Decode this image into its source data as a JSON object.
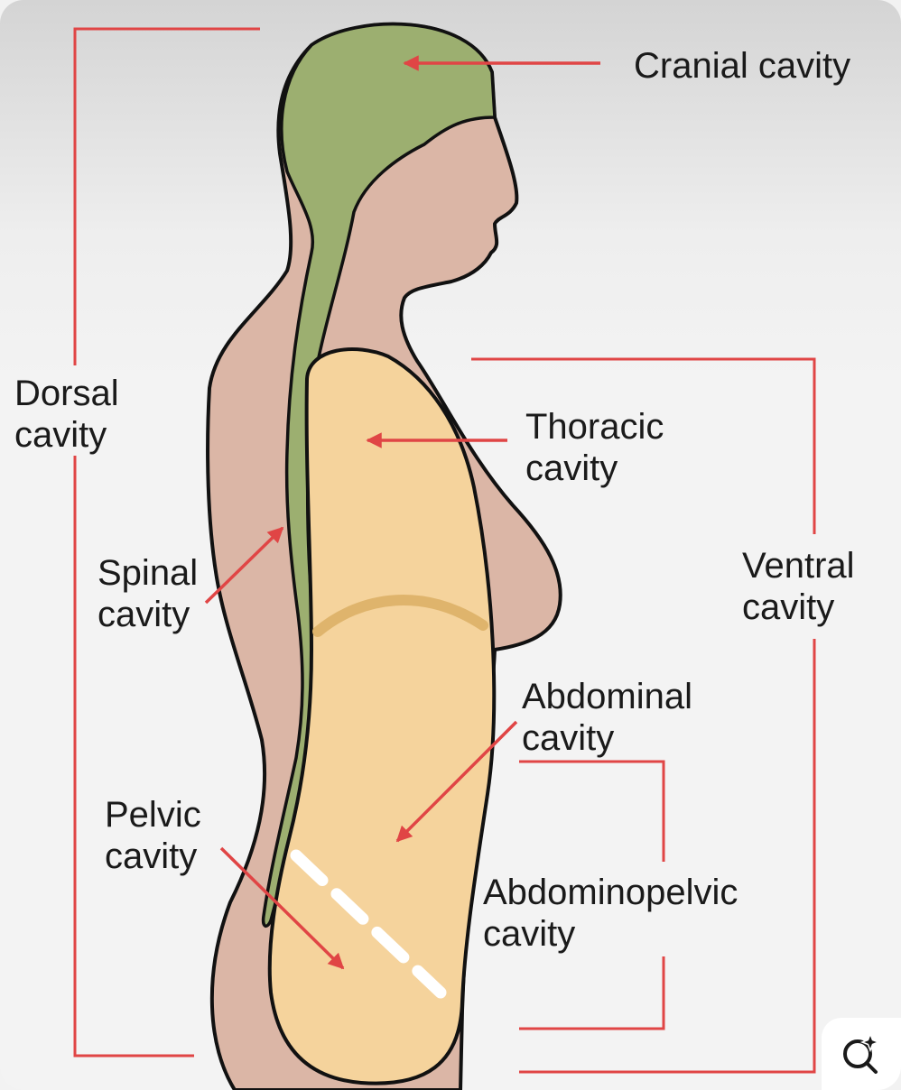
{
  "labels": {
    "cranial": "Cranial cavity",
    "dorsal_1": "Dorsal",
    "dorsal_2": "cavity",
    "thoracic_1": "Thoracic",
    "thoracic_2": "cavity",
    "spinal_1": "Spinal",
    "spinal_2": "cavity",
    "ventral_1": "Ventral",
    "ventral_2": "cavity",
    "abdominal_1": "Abdominal",
    "abdominal_2": "cavity",
    "pelvic_1": "Pelvic",
    "pelvic_2": "cavity",
    "abdominopelvic_1": "Abdominopelvic",
    "abdominopelvic_2": "cavity"
  },
  "colors": {
    "skin": "#dbb6a6",
    "cranial_spinal": "#9caf70",
    "ventral": "#f5d39c",
    "diaphragm": "#dfb46c",
    "bracket_red": "#e04545",
    "outline": "#111111"
  },
  "icons": {
    "lens": "visual-search-sparkle-icon"
  }
}
